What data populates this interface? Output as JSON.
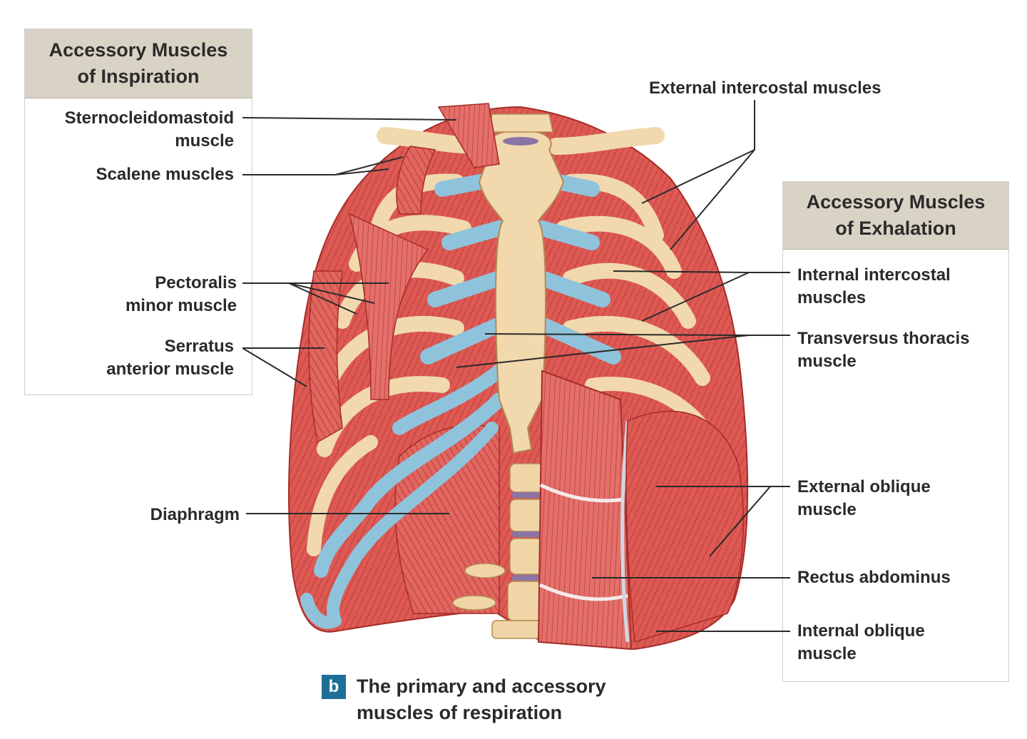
{
  "inspiration_panel": {
    "heading_line1": "Accessory Muscles",
    "heading_line2": "of Inspiration",
    "labels": {
      "sternocleidomastoid_1": "Sternocleidomastoid",
      "sternocleidomastoid_2": "muscle",
      "scalene": "Scalene muscles",
      "pectoralis_1": "Pectoralis",
      "pectoralis_2": "minor muscle",
      "serratus_1": "Serratus",
      "serratus_2": "anterior muscle"
    }
  },
  "exhalation_panel": {
    "heading_line1": "Accessory Muscles",
    "heading_line2": "of Exhalation",
    "labels": {
      "internal_intercostal_1": "Internal intercostal",
      "internal_intercostal_2": "muscles",
      "transversus_1": "Transversus thoracis",
      "transversus_2": "muscle",
      "external_oblique_1": "External oblique",
      "external_oblique_2": "muscle",
      "rectus": "Rectus abdominus",
      "internal_oblique_1": "Internal oblique",
      "internal_oblique_2": "muscle"
    }
  },
  "other_labels": {
    "external_intercostal": "External intercostal muscles",
    "diaphragm": "Diaphragm"
  },
  "caption": {
    "badge": "b",
    "line1": "The primary and accessory",
    "line2": "muscles of respiration"
  },
  "colors": {
    "muscle": "#d9534f",
    "muscle_dark": "#b8312d",
    "bone": "#f1d9ad",
    "cartilage": "#8fc3dc",
    "panel_header": "#d8d3c5",
    "badge": "#1e6f97"
  }
}
